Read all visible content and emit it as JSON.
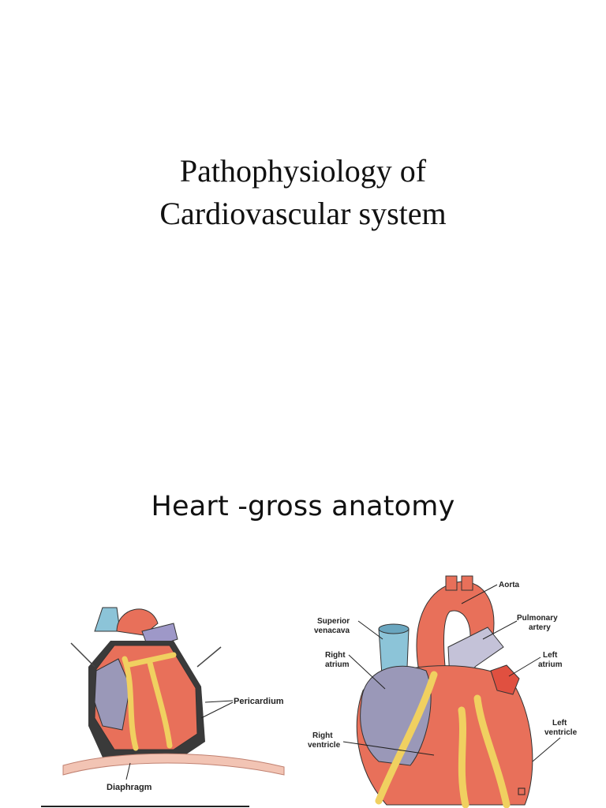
{
  "slide1": {
    "title_line1": "Pathophysiology of",
    "title_line2": "Cardiovascular system"
  },
  "slide2": {
    "heading": "Heart -gross anatomy",
    "left_figure": {
      "labels": {
        "pericardium": "Pericardium",
        "diaphragm": "Diaphragm"
      }
    },
    "right_figure": {
      "labels": {
        "aorta": "Aorta",
        "superior_vena_cava_1": "Superior",
        "superior_vena_cava_2": "venacava",
        "pulmonary_artery_1": "Pulmonary",
        "pulmonary_artery_2": "artery",
        "right_atrium_1": "Right",
        "right_atrium_2": "atrium",
        "left_atrium_1": "Left",
        "left_atrium_2": "atrium",
        "right_ventricle_1": "Right",
        "right_ventricle_2": "ventricle",
        "left_ventricle_1": "Left",
        "left_ventricle_2": "ventricle"
      }
    }
  },
  "colors": {
    "heart_red": "#e8705a",
    "vessel_blue": "#8cc4d8",
    "vessel_purple": "#9e98c8",
    "fat_yellow": "#f0d060",
    "atrium_gray": "#9a98b8"
  }
}
